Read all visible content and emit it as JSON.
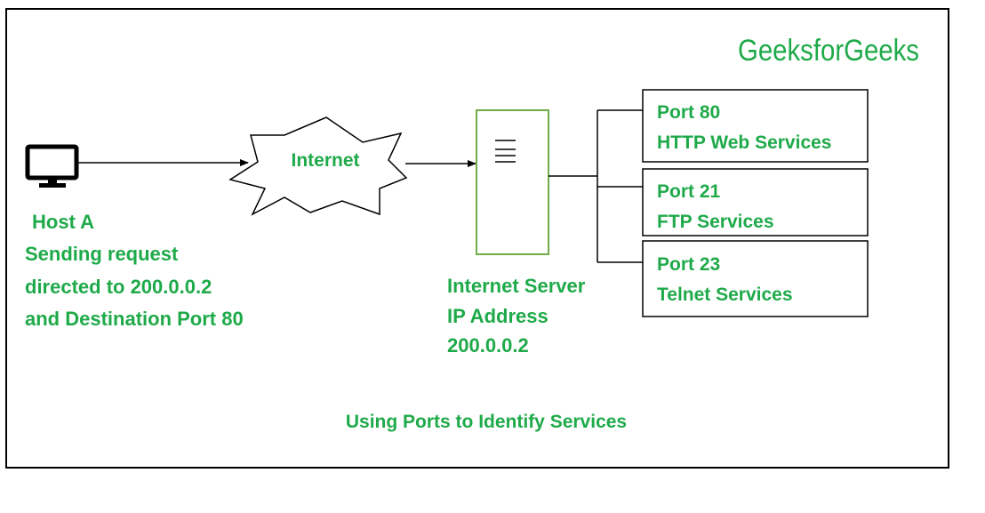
{
  "brand": {
    "logo_text": "GeeksforGeeks"
  },
  "colors": {
    "accent": "#1faa4a",
    "line": "#000000",
    "server_border": "#70ad47"
  },
  "host": {
    "icon": "monitor-icon",
    "label_lines": [
      "Host A",
      "Sending request",
      "directed to 200.0.0.2",
      "and Destination Port 80"
    ]
  },
  "internet": {
    "label": "Internet"
  },
  "server": {
    "icon": "server-menu-icon",
    "label_lines": [
      "Internet Server",
      "IP Address",
      "200.0.0.2"
    ]
  },
  "ports": [
    {
      "port": "Port 80",
      "service": "HTTP Web Services"
    },
    {
      "port": "Port 21",
      "service": "FTP Services"
    },
    {
      "port": "Port 23",
      "service": "Telnet Services"
    }
  ],
  "caption": "Using Ports to Identify Services"
}
